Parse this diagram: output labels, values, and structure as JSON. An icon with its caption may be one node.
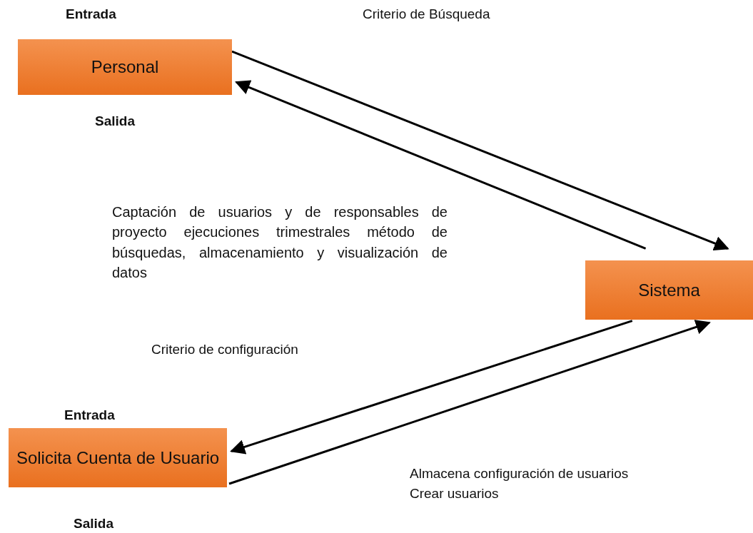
{
  "diagram": {
    "nodes": [
      {
        "text": [
          "Personal"
        ]
      },
      {
        "text": [
          "Sistema"
        ]
      },
      {
        "text": [
          "Solicita Cuenta de Usuario"
        ]
      }
    ],
    "edges": [
      {
        "from": 0,
        "to": 1,
        "arrow": "to"
      },
      {
        "from": 1,
        "to": 0,
        "arrow": "to"
      },
      {
        "from": 1,
        "to": 2,
        "arrow": "to"
      },
      {
        "from": 2,
        "to": 1,
        "arrow": "to"
      }
    ],
    "labels": [
      "Entrada",
      "Criterio de Búsqueda",
      "Salida",
      "Captación de usuarios y de responsables de proyecto ejecuciones trimestrales método de búsquedas, almacenamiento y visualización de datos",
      "Criterio de configuración",
      "Entrada",
      "Almacena configuración de usuarios",
      "Crear usuarios",
      "Salida"
    ]
  }
}
